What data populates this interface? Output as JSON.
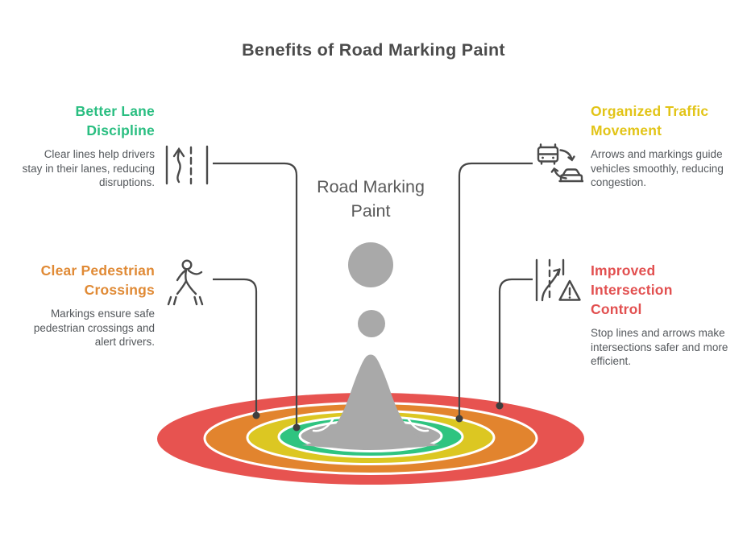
{
  "title": "Benefits of Road Marking Paint",
  "center_label": "Road Marking Paint",
  "benefits": [
    {
      "id": "better-lane-discipline",
      "heading": "Better Lane Discipline",
      "body": "Clear lines help drivers stay in their lanes, reducing disruptions.",
      "color": "#2abe81",
      "icon": "lane-markings-icon",
      "ring": "green"
    },
    {
      "id": "organized-traffic-movement",
      "heading": "Organized Traffic Movement",
      "body": "Arrows and markings guide vehicles smoothly, reducing congestion.",
      "color": "#e2c417",
      "icon": "bus-car-swap-icon",
      "ring": "yellow"
    },
    {
      "id": "clear-pedestrian-crossings",
      "heading": "Clear Pedestrian Crossings",
      "body": "Markings ensure safe pedestrian crossings and alert drivers.",
      "color": "#e08a35",
      "icon": "pedestrian-crossing-icon",
      "ring": "orange"
    },
    {
      "id": "improved-intersection-control",
      "heading": "Improved Intersection Control",
      "body": "Stop lines and arrows make intersections safer and more efficient.",
      "color": "#e25050",
      "icon": "intersection-warning-icon",
      "ring": "red"
    }
  ],
  "illustration": {
    "drop_color": "#a9a9a9",
    "ring_separator_color": "#ffffff",
    "connector_color": "#464646",
    "dot_color": "#3e3e3e",
    "rings": [
      {
        "name": "red",
        "color": "#e75350"
      },
      {
        "name": "orange",
        "color": "#e2842e"
      },
      {
        "name": "yellow",
        "color": "#dcc722"
      },
      {
        "name": "green",
        "color": "#2fc480"
      },
      {
        "name": "gray-center",
        "color": "#a9a9a9"
      }
    ]
  },
  "text_colors": {
    "title": "#4b4b4b",
    "body": "#54585c"
  }
}
